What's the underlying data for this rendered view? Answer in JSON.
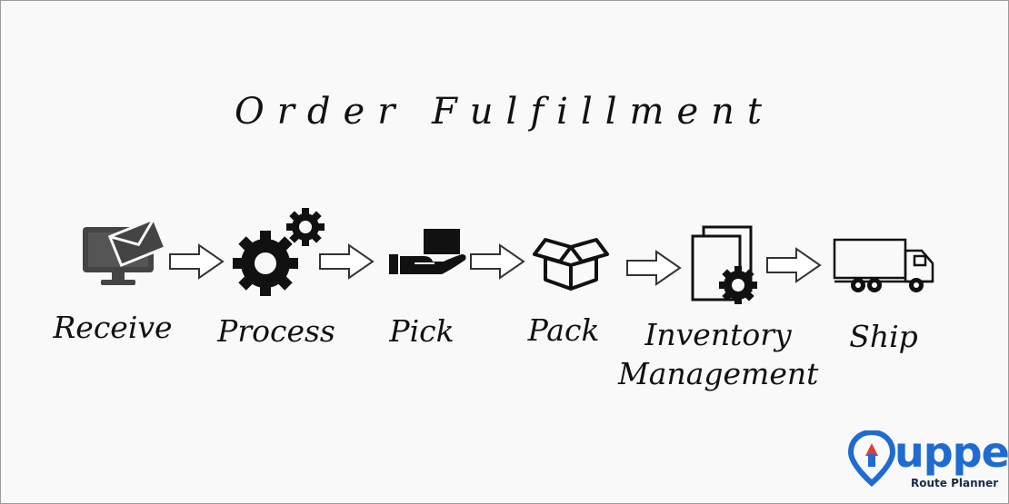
{
  "title": "Order Fulfillment",
  "steps": [
    {
      "label": "Receive",
      "icon": "monitor-envelope-icon"
    },
    {
      "label": "Process",
      "icon": "gears-icon"
    },
    {
      "label": "Pick",
      "icon": "hand-box-icon"
    },
    {
      "label": "Pack",
      "icon": "open-box-icon"
    },
    {
      "label_line1": "Inventory",
      "label_line2": "Management",
      "icon": "documents-gear-icon"
    },
    {
      "label": "Ship",
      "icon": "truck-icon"
    }
  ],
  "logo": {
    "word": "upper",
    "sub": "Route Planner",
    "brand_color": "#1f6bd1",
    "accent_color": "#e53935"
  }
}
